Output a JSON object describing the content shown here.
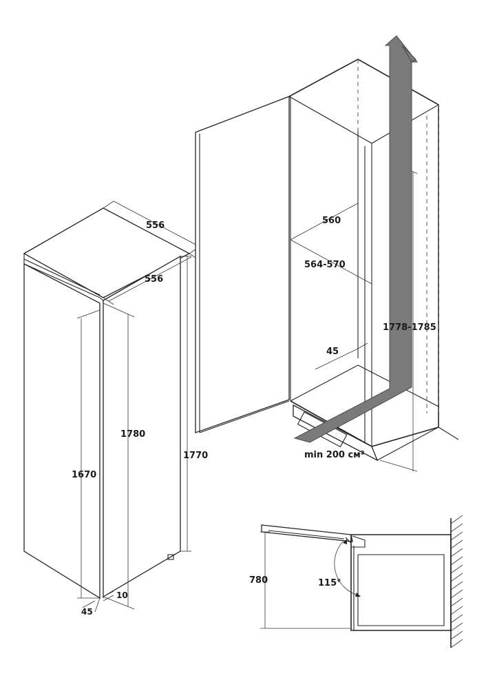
{
  "left_appliance": {
    "width_top": "556",
    "depth_top": "556",
    "height_total": "1770",
    "height_door": "1780",
    "height_inner": "1670",
    "gap_bottom": "10",
    "offset_bottom": "45"
  },
  "niche": {
    "width": "560",
    "depth": "564-570",
    "height": "1778-1785",
    "side_offset": "45",
    "ventilation": "min 200 см²"
  },
  "door_detail": {
    "height": "780",
    "angle": "115°"
  }
}
